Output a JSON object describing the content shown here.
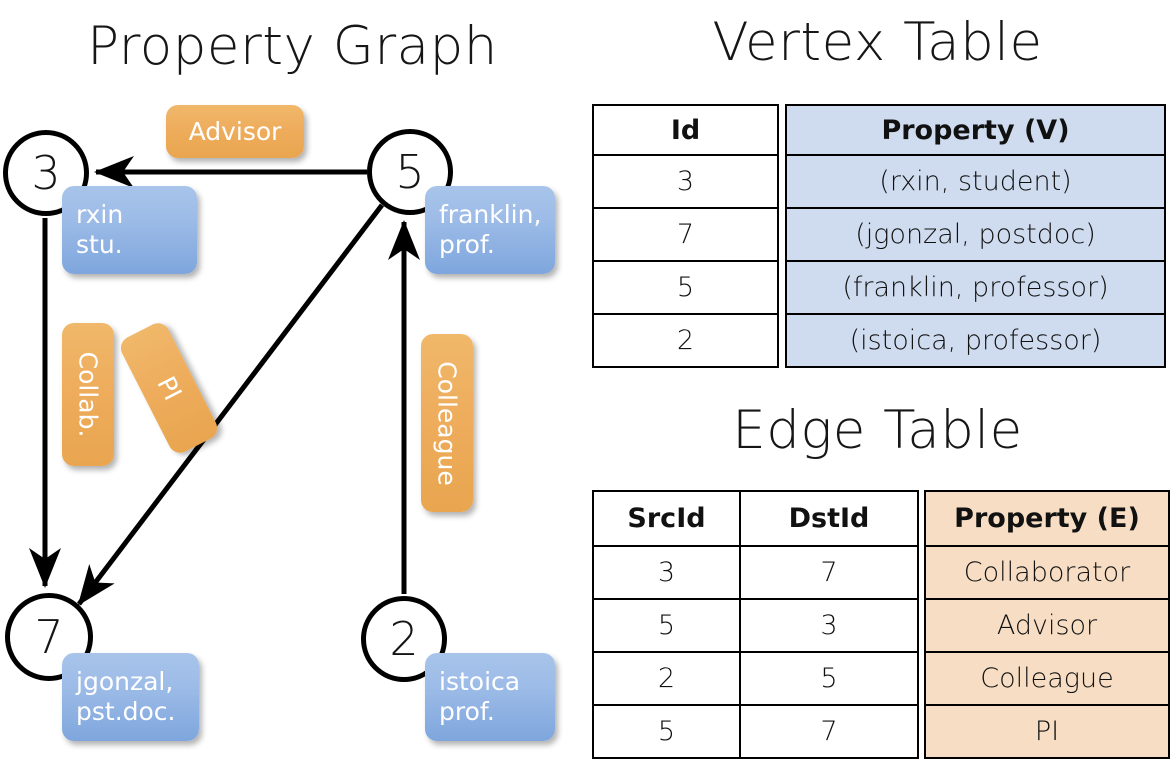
{
  "titles": {
    "property_graph": "Property Graph",
    "vertex_table": "Vertex Table",
    "edge_table": "Edge Table"
  },
  "colors": {
    "vertex_box_fill": "#9cbbe7",
    "edge_box_fill": "#eead5d",
    "vertex_table_header_fill": "#cfdcef",
    "edge_table_header_fill": "#f6ddc3",
    "stroke": "#000000",
    "background": "#ffffff"
  },
  "graph": {
    "nodes": [
      {
        "id": "3",
        "property_label": [
          "rxin",
          "stu."
        ]
      },
      {
        "id": "5",
        "property_label": [
          "franklin,",
          "prof."
        ]
      },
      {
        "id": "7",
        "property_label": [
          "jgonzal,",
          "pst.doc."
        ]
      },
      {
        "id": "2",
        "property_label": [
          "istoica",
          "prof."
        ]
      }
    ],
    "edge_labels": [
      {
        "name": "advisor-label",
        "text": "Advisor",
        "orientation": "horizontal"
      },
      {
        "name": "collab-label",
        "text": "Collab.",
        "orientation": "vertical"
      },
      {
        "name": "pi-label",
        "text": "PI",
        "orientation": "diagonal"
      },
      {
        "name": "colleague-label",
        "text": "Colleague",
        "orientation": "vertical"
      }
    ],
    "edges": [
      {
        "src": "5",
        "dst": "3",
        "label": "Advisor"
      },
      {
        "src": "3",
        "dst": "7",
        "label": "Collab."
      },
      {
        "src": "5",
        "dst": "7",
        "label": "PI"
      },
      {
        "src": "2",
        "dst": "5",
        "label": "Colleague"
      }
    ]
  },
  "vertex_table": {
    "headers": [
      "Id",
      "Property (V)"
    ],
    "rows": [
      {
        "id": "3",
        "property": "(rxin, student)"
      },
      {
        "id": "7",
        "property": "(jgonzal, postdoc)"
      },
      {
        "id": "5",
        "property": "(franklin, professor)"
      },
      {
        "id": "2",
        "property": "(istoica, professor)"
      }
    ]
  },
  "edge_table": {
    "headers": [
      "SrcId",
      "DstId",
      "Property (E)"
    ],
    "rows": [
      {
        "src": "3",
        "dst": "7",
        "property": "Collaborator"
      },
      {
        "src": "5",
        "dst": "3",
        "property": "Advisor"
      },
      {
        "src": "2",
        "dst": "5",
        "property": "Colleague"
      },
      {
        "src": "5",
        "dst": "7",
        "property": "PI"
      }
    ]
  }
}
